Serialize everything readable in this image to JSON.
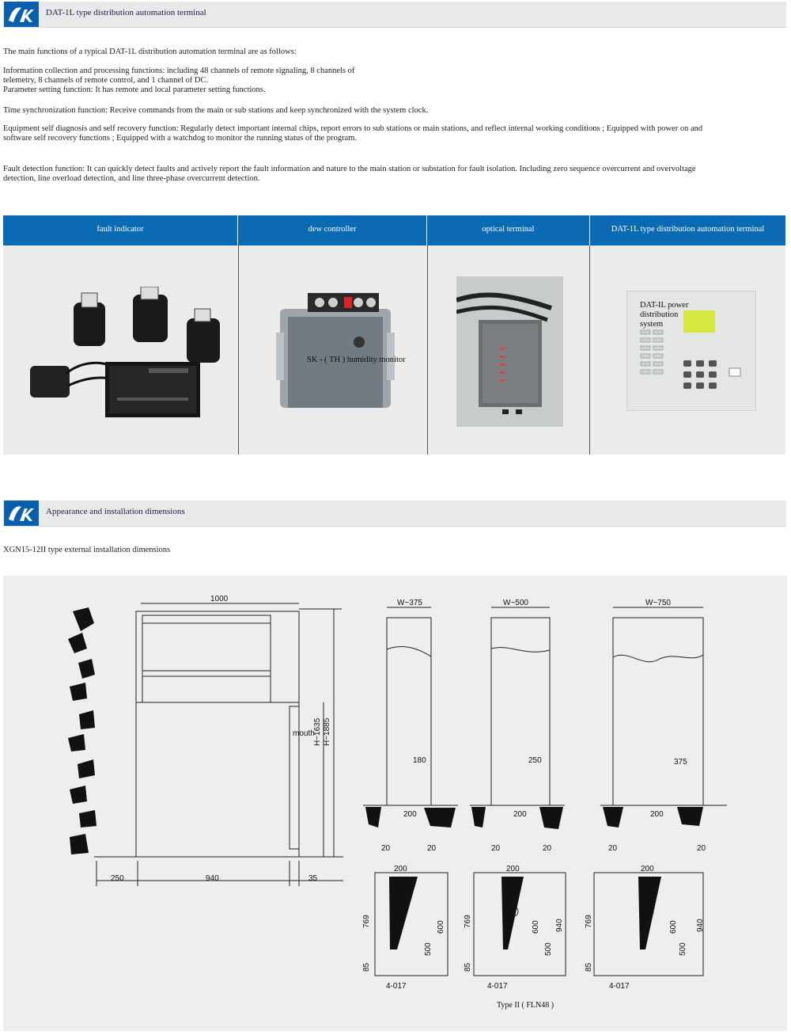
{
  "header1": {
    "title": "DAT-1L type distribution automation terminal"
  },
  "intro": "The main functions of a typical DAT-1L distribution automation terminal are as follows:",
  "functions": [
    "Information collection and processing functions: including 48 channels of remote signaling, 8 channels of",
    "telemetry, 8 channels of remote control, and 1 channel of DC.",
    "Parameter setting function: It has remote and local parameter setting functions.",
    "Time synchronization function: Receive commands from the main or sub stations and keep synchronized with the system clock.",
    "Equipment self diagnosis and self recovery function: Regularly detect important internal chips, report errors to sub stations or main stations, and reflect internal working conditions ; Equipped with power on and",
    "software self recovery functions ; Equipped with a watchdog to monitor the running status of the program.",
    "Fault detection function: It can quickly detect faults and actively report the fault information and nature to the main station or substation for fault isolation. Including zero sequence overcurrent and overvoltage",
    "detection, line overload detection, and line three-phase overcurrent detection."
  ],
  "products": [
    {
      "name": "fault indicator"
    },
    {
      "name": "dew controller",
      "caption": "SK - ( TH ) humidity monitor"
    },
    {
      "name": "optical terminal"
    },
    {
      "name": "DAT-1L type distribution automation terminal",
      "caption": "DAT-IL power distribution system"
    }
  ],
  "header2": {
    "title": "Appearance and installation dimensions"
  },
  "subtitle": "XGN15-12II type external installation dimensions",
  "drawing": {
    "main_width": "1000",
    "side_left": "250",
    "side_mid": "940",
    "side_right": "35",
    "mouth_label": "mouth",
    "h1": "H~1635",
    "h2": "H~1885",
    "variants": [
      {
        "w": "W~375",
        "offset": "180"
      },
      {
        "w": "W~500",
        "offset": "250"
      },
      {
        "w": "W~750",
        "offset": "375"
      }
    ],
    "base_width": "200",
    "margin": "20",
    "plan_width": "200",
    "dim_769": "769",
    "dim_85": "85",
    "dim_600": "600",
    "dim_500": "500",
    "dim_940": "940",
    "hole": "4-017",
    "caption": "Type II ( FLN48 )"
  }
}
